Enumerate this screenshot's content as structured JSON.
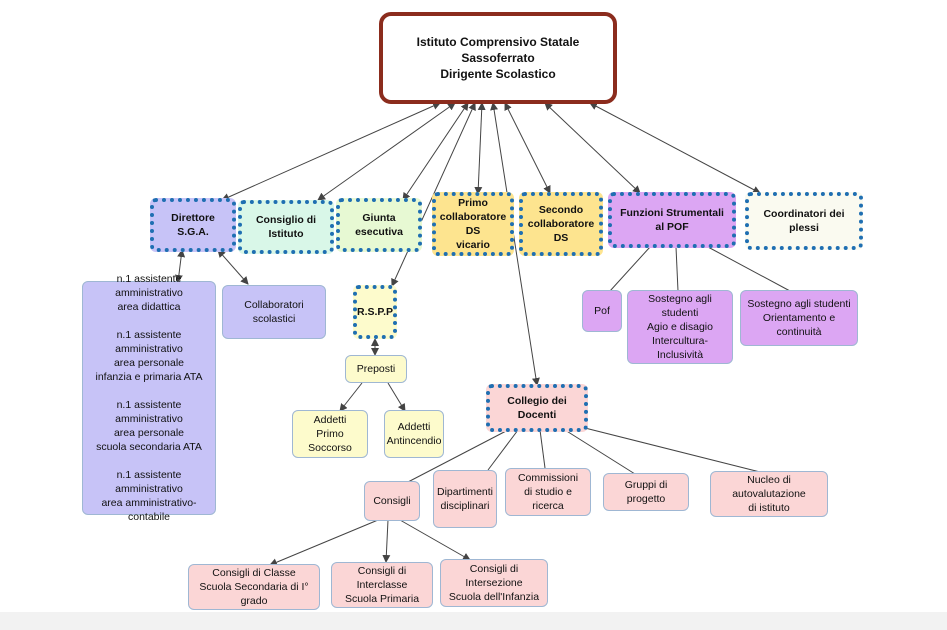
{
  "colors": {
    "root_border": "#8b2c1d",
    "dotted_border": "#1f6fb2",
    "lavender": "#c7c3f7",
    "mint": "#d9f7e8",
    "light_green": "#e7f9d3",
    "yellow": "#fde48f",
    "purple": "#dca6f3",
    "cream": "#fafaf0",
    "light_yellow": "#fdfbcc",
    "pink": "#fbd6d6"
  },
  "nodes": {
    "root": "Istituto Comprensivo Statale  Sassoferrato\nDirigente Scolastico",
    "dsga": "Direttore S.G.A.",
    "consiglio_istituto": "Consiglio di Istituto",
    "giunta": "Giunta esecutiva",
    "primo_collab": "Primo\ncollaboratore DS\nvicario",
    "secondo_collab": "Secondo\ncollaboratore DS",
    "funzioni": "Funzioni Strumentali al POF",
    "coordinatori": "Coordinatori dei plessi",
    "assistenti": "n.1 assistente amministrativo\narea didattica\n\nn.1 assistente amministrativo\narea personale\ninfanzia e primaria ATA\n\nn.1 assistente amministrativo\narea personale\nscuola secondaria ATA\n\nn.1 assistente amministrativo\narea amministrativo-contabile",
    "collaboratori_scolastici": "Collaboratori scolastici",
    "rspp": "R.S.P.P",
    "preposti": "Preposti",
    "addetti_ps": "Addetti\nPrimo Soccorso",
    "addetti_ai": "Addetti\nAntincendio",
    "pof": "Pof",
    "sostegno1": "Sostegno agli studenti\nAgio e disagio\nIntercultura-Inclusività",
    "sostegno2": "Sostegno agli studenti\nOrientamento e continuità",
    "collegio": "Collegio dei Docenti",
    "consigli": "Consigli",
    "dipartimenti": "Dipartimenti\ndisciplinari",
    "commissioni": "Commissioni\ndi studio e ricerca",
    "gruppi": "Gruppi di progetto",
    "nucleo": "Nucleo di autovalutazione\ndi istituto",
    "consigli_classe": "Consigli di Classe\nScuola Secondaria di I° grado",
    "consigli_interclasse": "Consigli di Interclasse\nScuola Primaria",
    "consigli_intersezione": "Consigli di Intersezione\nScuola dell'Infanzia"
  }
}
